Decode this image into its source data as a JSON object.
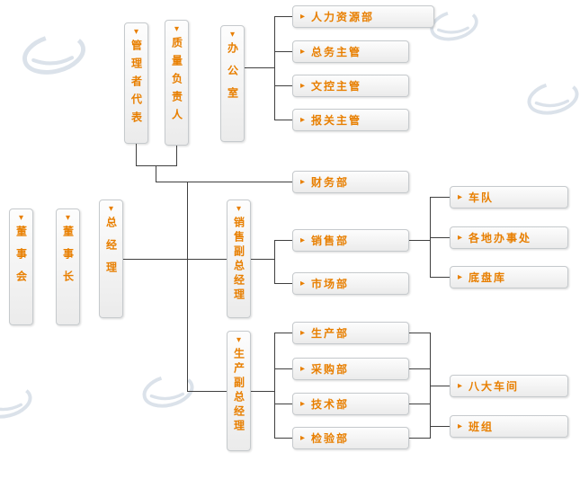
{
  "colors": {
    "label": "#e87f00",
    "line": "#3f3f3f",
    "box_border": "#c6cacd",
    "box_bg_top": "#fdfdfd",
    "box_bg_bottom": "#ebebeb",
    "watermark": "#dbe2ea",
    "background": "#ffffff"
  },
  "icons": {
    "arrow_right": "▸",
    "arrow_down": "▾"
  },
  "nodes": {
    "board": "董事会",
    "chairman": "董事长",
    "general_manager": "总经理",
    "management_rep": "管理者代表",
    "quality_head": "质量负责人",
    "office": "办公室",
    "hr_dept": "人力资源部",
    "general_affairs": "总务主管",
    "doc_control": "文控主管",
    "customs": "报关主管",
    "finance_dept": "财务部",
    "sales_deputy_gm": "销售副总经理",
    "sales_dept": "销售部",
    "marketing_dept": "市场部",
    "fleet": "车队",
    "regional_offices": "各地办事处",
    "chassis_warehouse": "底盘库",
    "production_deputy_gm": "生产副总经理",
    "production_dept": "生产部",
    "purchasing_dept": "采购部",
    "technology_dept": "技术部",
    "inspection_dept": "检验部",
    "eight_workshops": "八大车间",
    "work_teams": "班组"
  },
  "edges": [
    {
      "from": "general_manager",
      "to": "management_rep"
    },
    {
      "from": "general_manager",
      "to": "quality_head"
    },
    {
      "from": "general_manager",
      "to": "finance_dept"
    },
    {
      "from": "general_manager",
      "to": "sales_deputy_gm"
    },
    {
      "from": "general_manager",
      "to": "production_deputy_gm"
    },
    {
      "from": "office",
      "to": "hr_dept"
    },
    {
      "from": "office",
      "to": "general_affairs"
    },
    {
      "from": "office",
      "to": "doc_control"
    },
    {
      "from": "office",
      "to": "customs"
    },
    {
      "from": "sales_deputy_gm",
      "to": "sales_dept"
    },
    {
      "from": "sales_deputy_gm",
      "to": "marketing_dept"
    },
    {
      "from": "sales_dept",
      "to": "fleet"
    },
    {
      "from": "sales_dept",
      "to": "regional_offices"
    },
    {
      "from": "sales_dept",
      "to": "chassis_warehouse"
    },
    {
      "from": "production_deputy_gm",
      "to": "production_dept"
    },
    {
      "from": "production_deputy_gm",
      "to": "purchasing_dept"
    },
    {
      "from": "production_deputy_gm",
      "to": "technology_dept"
    },
    {
      "from": "production_deputy_gm",
      "to": "inspection_dept"
    },
    {
      "from": "production_dept",
      "to": "eight_workshops"
    },
    {
      "from": "eight_workshops",
      "to": "work_teams"
    }
  ]
}
